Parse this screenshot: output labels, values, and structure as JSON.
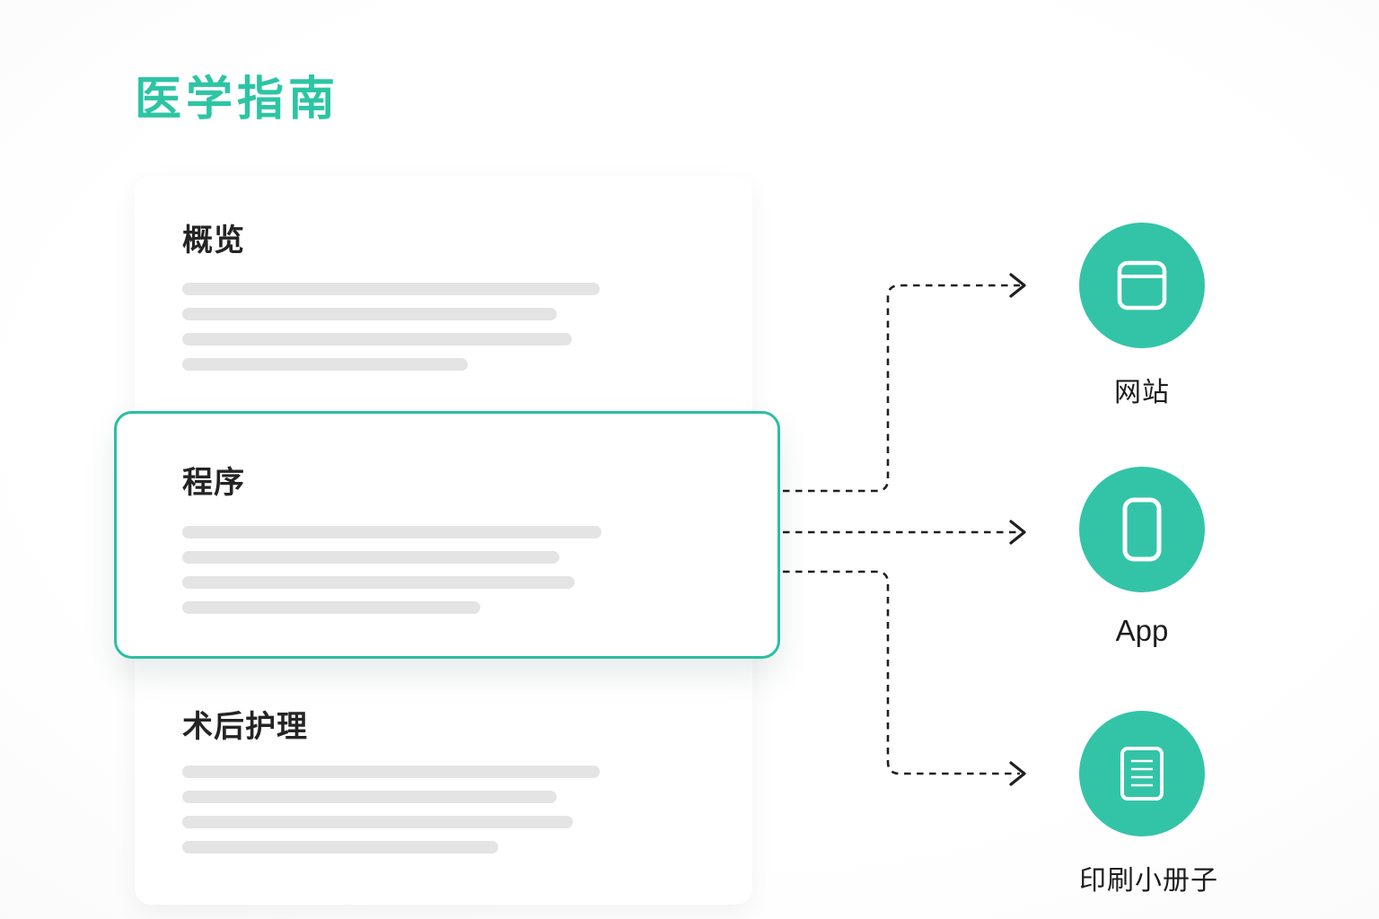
{
  "page": {
    "title": "医学指南"
  },
  "theme": {
    "accent": "#2cc5a4",
    "circle_fill": "#33c4a7",
    "placeholder_gray": "#e4e4e4",
    "heading_color": "#242424",
    "arrow_color": "#1f1f1f"
  },
  "document": {
    "sections": [
      {
        "title": "概览",
        "highlighted": false,
        "placeholder_line_widths": [
          465,
          417,
          434,
          318
        ]
      },
      {
        "title": "程序",
        "highlighted": true,
        "placeholder_line_widths": [
          467,
          420,
          437,
          332
        ]
      },
      {
        "title": "术后护理",
        "highlighted": false,
        "placeholder_line_widths": [
          465,
          417,
          435,
          352
        ]
      }
    ]
  },
  "channels": [
    {
      "label": "网站",
      "icon": "browser-window-icon"
    },
    {
      "label": "App",
      "icon": "smartphone-icon"
    },
    {
      "label": "印刷小册子",
      "icon": "booklet-icon"
    }
  ]
}
